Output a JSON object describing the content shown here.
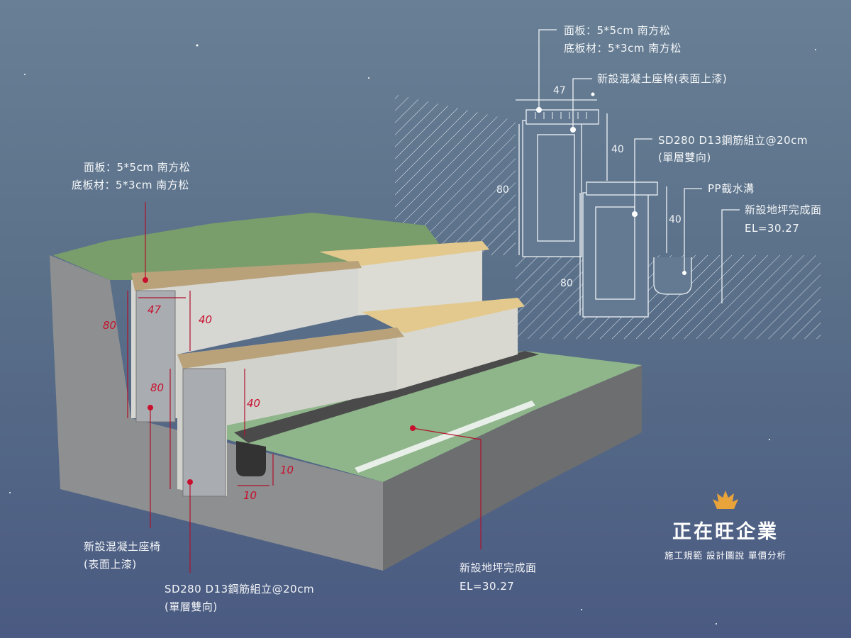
{
  "detail_drawing": {
    "labels": {
      "panel": "面板：5*5cm 南方松",
      "base_board": "底板材：5*3cm 南方松",
      "bench": "新設混凝土座椅(表面上漆)",
      "rebar_line1": "SD280 D13鋼筋組立@20cm",
      "rebar_line2": "(單層雙向)",
      "drain": "PP截水溝",
      "floor_line1": "新設地坪完成面",
      "floor_line2": "EL=30.27"
    },
    "dimensions": {
      "width": "47",
      "upper_rise": "40",
      "lower_rise": "40",
      "left_height": "80",
      "inner_height": "80"
    }
  },
  "perspective": {
    "labels": {
      "panel": "面板：5*5cm 南方松",
      "base_board": "底板材：5*3cm 南方松",
      "bench_line1": "新設混凝土座椅",
      "bench_line2": "(表面上漆)",
      "rebar_line1": "SD280 D13鋼筋組立@20cm",
      "rebar_line2": "(單層雙向)",
      "floor_line1": "新設地坪完成面",
      "floor_line2": "EL=30.27"
    },
    "dimensions": {
      "outer_height": "80",
      "seat_width": "47",
      "upper_rise": "40",
      "inner_height": "80",
      "lower_rise": "40",
      "drain_height": "10",
      "drain_width": "10"
    }
  },
  "brand": {
    "name": "正在旺企業",
    "tagline": "施工規範 設計圖說 單價分析",
    "accent": "#e8a33a"
  }
}
